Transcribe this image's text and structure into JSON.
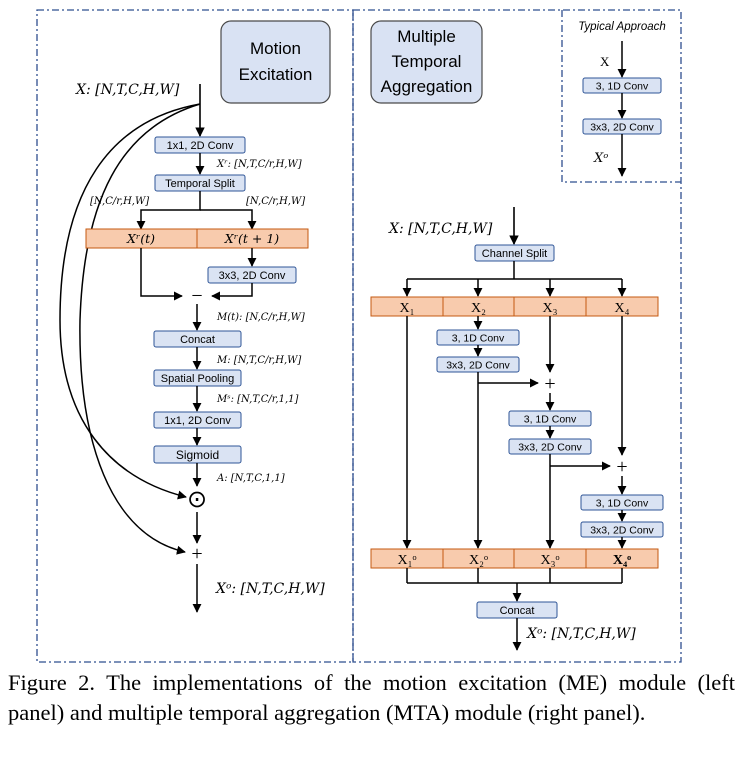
{
  "me": {
    "title1": "Motion",
    "title2": "Excitation",
    "input": "X: [N,T,C,H,W]",
    "conv1": "1x1, 2D Conv",
    "xr_shape": "Xʳ: [N,T,C/r,H,W]",
    "tsplit": "Temporal Split",
    "left_shape": "[N,C/r,H,W]",
    "right_shape": "[N,C/r,H,W]",
    "xr_t": "Xʳ(t)",
    "xr_t1": "Xʳ(t + 1)",
    "conv3": "3x3, 2D Conv",
    "minus": "−",
    "mt_shape": "M(t): [N,C/r,H,W]",
    "concat": "Concat",
    "m_shape": "M: [N,T,C/r,H,W]",
    "spool": "Spatial Pooling",
    "ms_shape": "Mˢ: [N,T,C/r,1,1]",
    "conv1b": "1x1, 2D Conv",
    "sigmoid": "Sigmoid",
    "a_shape": "A: [N,T,C,1,1]",
    "odot": "⊙",
    "plus": "+",
    "output": "Xᵒ: [N,T,C,H,W]"
  },
  "mta": {
    "title1": "Multiple",
    "title2": "Temporal",
    "title3": "Aggregation",
    "typical": {
      "title": "Typical Approach",
      "x": "X",
      "conv1d": "3, 1D Conv",
      "conv2d": "3x3, 2D Conv",
      "xo": "Xᵒ"
    },
    "input": "X: [N,T,C,H,W]",
    "csplit": "Channel Split",
    "xs": [
      "X₁",
      "X₂",
      "X₃",
      "X₄"
    ],
    "conv1d": "3, 1D Conv",
    "conv2d": "3x3, 2D Conv",
    "plus": "+",
    "xos": [
      "X₁ᵒ",
      "X₂ᵒ",
      "X₃ᵒ",
      "X₄ᵒ"
    ],
    "concat": "Concat",
    "output": "Xᵒ: [N,T,C,H,W]"
  },
  "caption": "Figure 2. The implementations of the motion excitation (ME) module (left panel) and multiple temporal aggregation (MTA) module (right panel).",
  "colors": {
    "box_fill": "#dae3f3",
    "box_stroke": "#2f5597",
    "orange_fill": "#f8cbad",
    "orange_stroke": "#c55a11",
    "title_fill": "#d9e2f3",
    "dash": "#2f4f8f"
  }
}
